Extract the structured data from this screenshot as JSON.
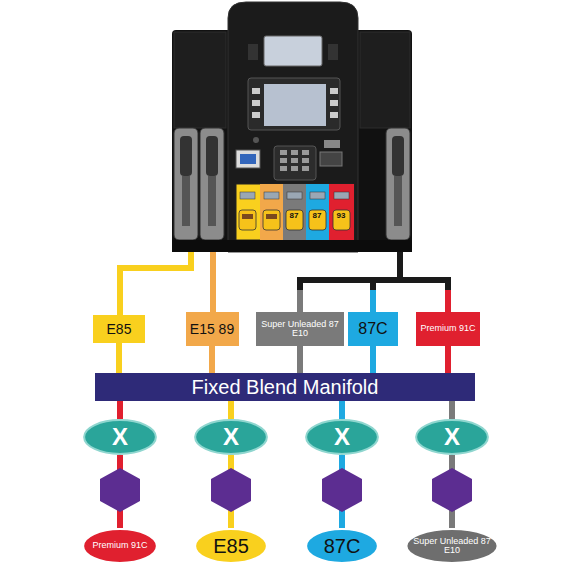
{
  "diagram": {
    "nodes": [
      {
        "text": [
          "E85"
        ]
      },
      {
        "text": [
          "E15 89"
        ]
      },
      {
        "text": [
          "Super Unleaded 87 E10"
        ]
      },
      {
        "text": [
          "87C"
        ]
      },
      {
        "text": [
          "Premium 91C"
        ]
      },
      {
        "text": [
          "Fixed Blend Manifold"
        ]
      },
      {
        "text": [
          "X"
        ]
      },
      {
        "text": [
          "X"
        ]
      },
      {
        "text": [
          "X"
        ]
      },
      {
        "text": [
          "X"
        ]
      },
      {
        "text": [
          "Premium 91C"
        ]
      },
      {
        "text": [
          "E85"
        ]
      },
      {
        "text": [
          "87C"
        ]
      },
      {
        "text": [
          "Super Unleaded 87 E10"
        ]
      }
    ],
    "edges": [
      {
        "from": 0,
        "to": 5,
        "arrow": "none"
      },
      {
        "from": 1,
        "to": 5,
        "arrow": "none"
      },
      {
        "from": 2,
        "to": 5,
        "arrow": "none"
      },
      {
        "from": 3,
        "to": 5,
        "arrow": "none"
      },
      {
        "from": 4,
        "to": 5,
        "arrow": "none"
      },
      {
        "from": 5,
        "to": 6,
        "arrow": "none"
      },
      {
        "from": 5,
        "to": 7,
        "arrow": "none"
      },
      {
        "from": 5,
        "to": 8,
        "arrow": "none"
      },
      {
        "from": 5,
        "to": 9,
        "arrow": "none"
      },
      {
        "from": 6,
        "to": 10,
        "arrow": "none"
      },
      {
        "from": 7,
        "to": 11,
        "arrow": "none"
      },
      {
        "from": 8,
        "to": 12,
        "arrow": "none"
      },
      {
        "from": 9,
        "to": 13,
        "arrow": "none"
      }
    ],
    "labels": [
      "87",
      "87",
      "93"
    ]
  }
}
